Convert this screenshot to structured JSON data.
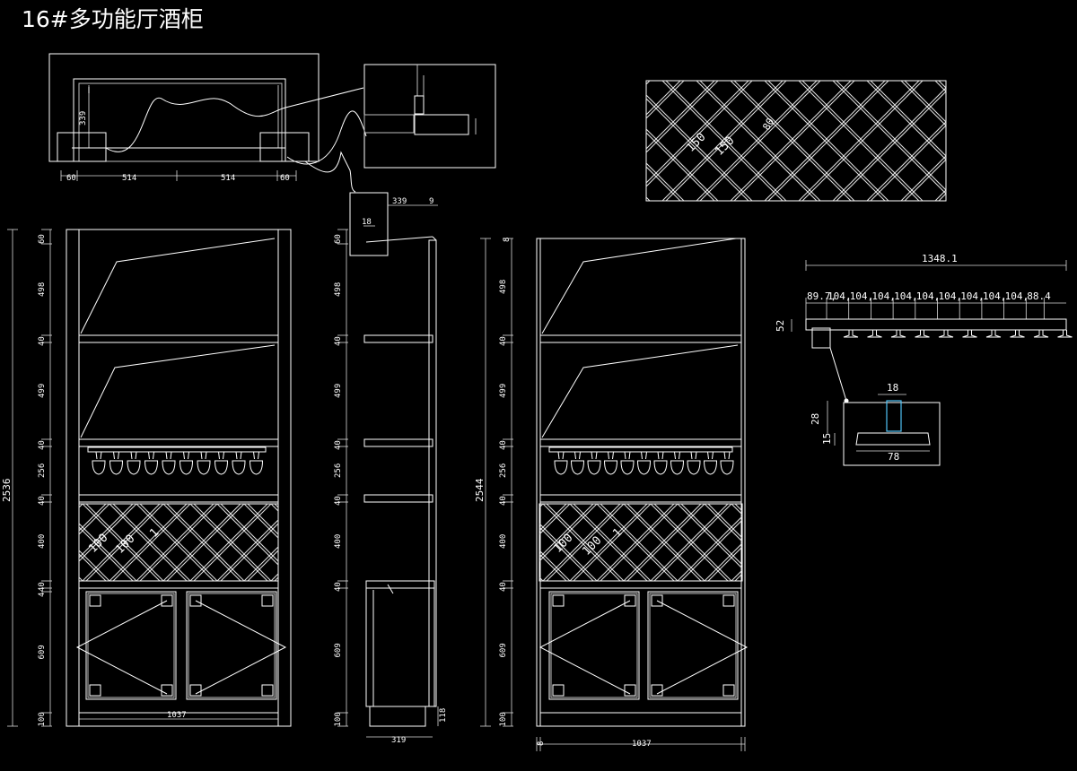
{
  "title": "16#多功能厅酒柜",
  "plan": {
    "depth": "339",
    "width_segments": [
      "60",
      "514",
      "514",
      "60"
    ]
  },
  "cross_lattice": {
    "labels": [
      "150",
      "150",
      "80"
    ]
  },
  "front_view": {
    "total_height": "2536",
    "height_segments": [
      "60",
      "498",
      "40",
      "499",
      "40",
      "256",
      "40",
      "400",
      "40",
      "4",
      "609",
      "100"
    ],
    "width": "1037",
    "lattice_labels": [
      "100",
      "100",
      "1"
    ]
  },
  "side_view": {
    "top_dims": [
      "339",
      "9",
      "18"
    ],
    "height_segments": [
      "60",
      "498",
      "40",
      "499",
      "40",
      "256",
      "40",
      "400",
      "40",
      "609",
      "100"
    ],
    "depth": "319",
    "plinth": "118"
  },
  "right_view": {
    "total_height": "2544",
    "top_offset": "8",
    "height_segments": [
      "498",
      "40",
      "499",
      "40",
      "256",
      "40",
      "400",
      "40",
      "609",
      "100"
    ],
    "width": "1037",
    "side_offset": "8",
    "lattice_labels": [
      "100",
      "100",
      "1"
    ]
  },
  "rack": {
    "total": "1348.1",
    "segments": [
      "89.7",
      "104",
      "104",
      "104",
      "104",
      "104",
      "104",
      "104",
      "104",
      "104",
      "88.4"
    ],
    "height": "52"
  },
  "rack_detail": {
    "top": "18",
    "h1": "28",
    "h2": "15",
    "width": "78"
  }
}
